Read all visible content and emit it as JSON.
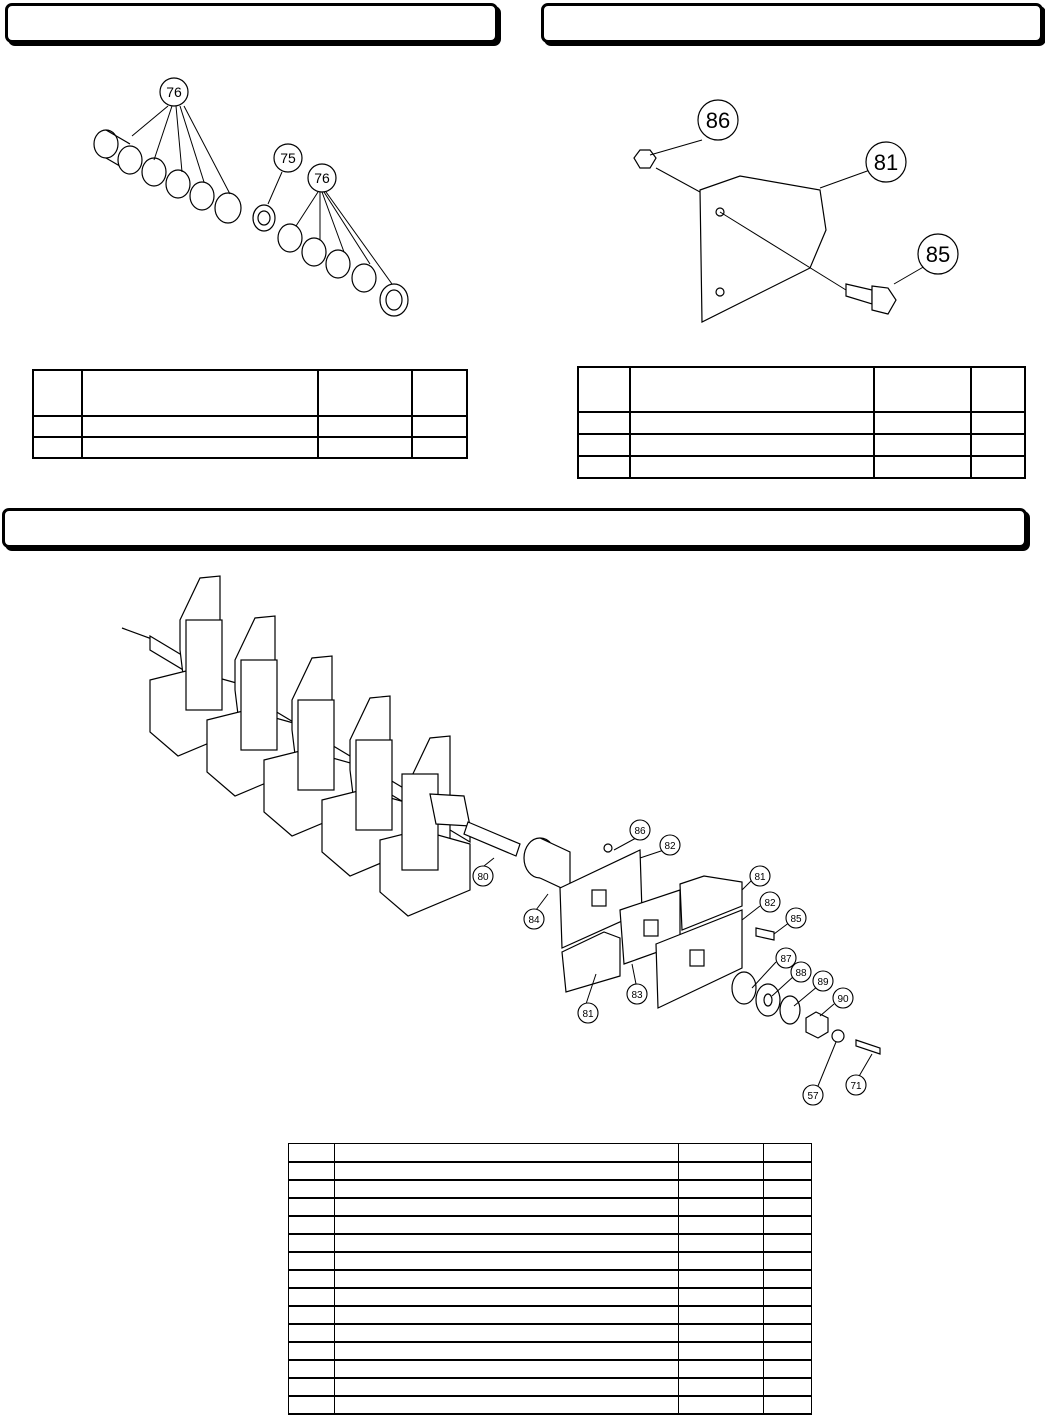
{
  "panels": {
    "top_left": {
      "title": ""
    },
    "top_right": {
      "title": ""
    },
    "bottom": {
      "title": ""
    }
  },
  "callouts": {
    "left": [
      "76",
      "75",
      "76"
    ],
    "right": [
      "86",
      "81",
      "85"
    ],
    "bottom": [
      "86",
      "82",
      "81",
      "82",
      "85",
      "87",
      "88",
      "89",
      "90",
      "80",
      "84",
      "83",
      "81",
      "57",
      "71"
    ]
  },
  "tables": {
    "left": {
      "header": [
        "",
        "",
        "",
        ""
      ],
      "rows": [
        [
          "",
          "",
          "",
          ""
        ],
        [
          "",
          "",
          "",
          ""
        ]
      ]
    },
    "right": {
      "header": [
        "",
        "",
        "",
        ""
      ],
      "rows": [
        [
          "",
          "",
          "",
          ""
        ],
        [
          "",
          "",
          "",
          ""
        ],
        [
          "",
          "",
          "",
          ""
        ]
      ]
    },
    "bottom": {
      "header": [
        "",
        "",
        "",
        ""
      ],
      "rows": [
        [
          "",
          "",
          "",
          ""
        ],
        [
          "",
          "",
          "",
          ""
        ],
        [
          "",
          "",
          "",
          ""
        ],
        [
          "",
          "",
          "",
          ""
        ],
        [
          "",
          "",
          "",
          ""
        ],
        [
          "",
          "",
          "",
          ""
        ],
        [
          "",
          "",
          "",
          ""
        ],
        [
          "",
          "",
          "",
          ""
        ],
        [
          "",
          "",
          "",
          ""
        ],
        [
          "",
          "",
          "",
          ""
        ],
        [
          "",
          "",
          "",
          ""
        ],
        [
          "",
          "",
          "",
          ""
        ],
        [
          "",
          "",
          "",
          ""
        ],
        [
          "",
          "",
          "",
          ""
        ]
      ]
    }
  }
}
